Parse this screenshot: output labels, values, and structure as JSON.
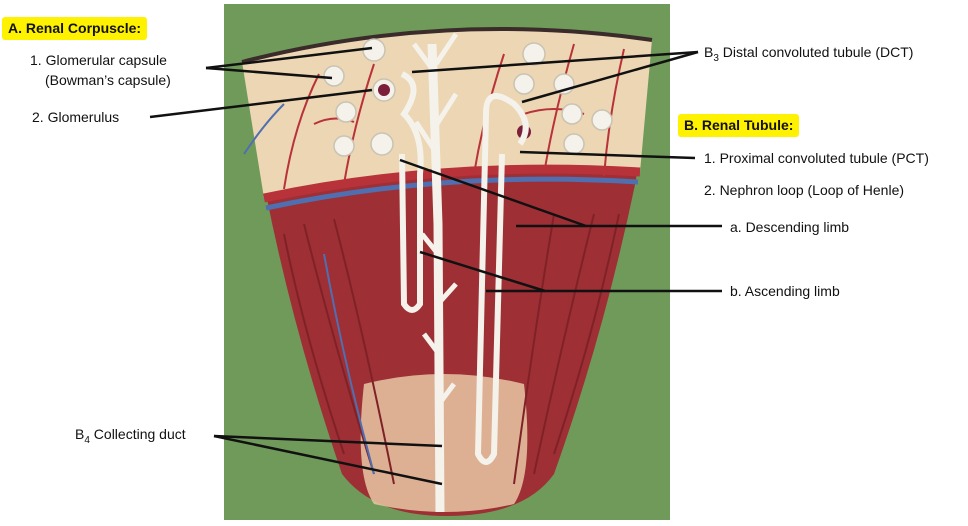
{
  "colors": {
    "background_green": "#6f9a5a",
    "cortex_tan": "#ecd6b3",
    "medulla_red": "#9e2f35",
    "vessel_red": "#b8323a",
    "vein_blue": "#4f6fb0",
    "tubule_white": "#f4f2ea",
    "highlight_yellow": "#fff200"
  },
  "labels": {
    "renal_corpuscle_heading": "A. Renal Corpuscle:",
    "glomerular_capsule_line1": "1. Glomerular capsule",
    "glomerular_capsule_line2": "(Bowman’s capsule)",
    "glomerulus": "2. Glomerulus",
    "dct_prefix": "B",
    "dct_sub": "3",
    "dct_text": " Distal convoluted tubule (DCT)",
    "renal_tubule_heading": "B. Renal Tubule:",
    "pct": "1. Proximal convoluted tubule (PCT)",
    "nephron_loop": "2. Nephron loop (Loop of Henle)",
    "descending_limb": "a. Descending limb",
    "ascending_limb": "b. Ascending limb",
    "cd_prefix": "B",
    "cd_sub": "4",
    "cd_text": " Collecting duct"
  }
}
